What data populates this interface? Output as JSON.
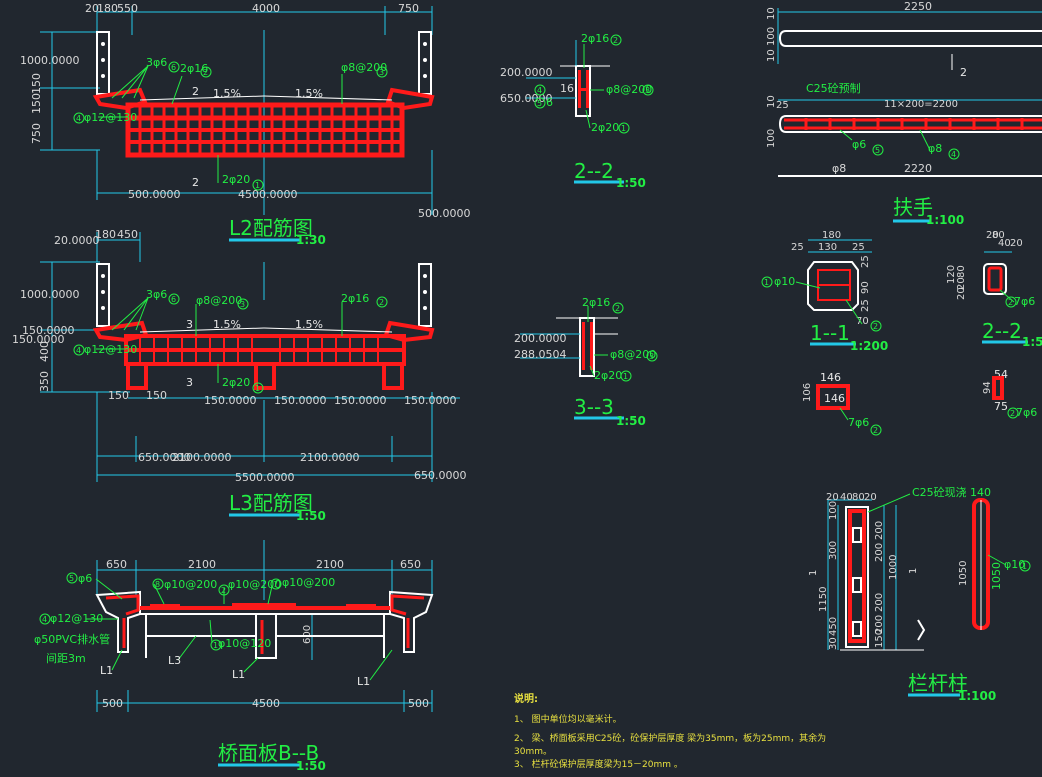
{
  "colors": {
    "background": "#21272f",
    "rebar": "#ff1a1a",
    "outline": "#ffffff",
    "dimension": "#22c8e8",
    "label": "#22ee44",
    "note": "#e8e040"
  },
  "l2": {
    "dims_top": [
      "20",
      "180",
      "550",
      "4000",
      "750"
    ],
    "dims_left": [
      "1000.0000",
      "150",
      "150",
      "750"
    ],
    "dims_bottom": [
      "500.0000",
      "4500.0000",
      "500.0000"
    ],
    "labels": {
      "bar1": "3φ6",
      "bar2": "2φ16",
      "bar3": "φ8@200",
      "bar4": "φ12@130",
      "bar5": "2φ20",
      "slope1": "1.5%",
      "slope2": "1.5%",
      "sec1": "2",
      "sec2": "2"
    },
    "bubbles": [
      "6",
      "2",
      "3",
      "4",
      "1"
    ],
    "title": "L2配筋图",
    "scale": "1:30"
  },
  "l3": {
    "dims_top": [
      "20.0000",
      "180",
      "450"
    ],
    "dims_left": [
      "1000.0000",
      "150.0000",
      "150.0000",
      "350",
      "400"
    ],
    "dims_mid": [
      "150",
      "150",
      "150.0000",
      "150.0000",
      "150.0000",
      "150.0000"
    ],
    "dims_span": [
      "650.0000",
      "2100.0000",
      "2100.0000",
      "5500.0000",
      "650.0000"
    ],
    "labels": {
      "bar1": "3φ6",
      "bar2": "φ8@200",
      "bar3": "2φ16",
      "bar4": "φ12@130",
      "bar5": "2φ20",
      "slope1": "1.5%",
      "slope2": "1.5%",
      "sec1": "3",
      "sec2": "3"
    },
    "bubbles": [
      "6",
      "3",
      "2",
      "4",
      "1"
    ],
    "title": "L3配筋图",
    "scale": "1:50"
  },
  "bb": {
    "dims_top": [
      "650",
      "2100",
      "2100",
      "650"
    ],
    "dims_bottom": [
      "500",
      "4500",
      "500"
    ],
    "side_dim": "600",
    "labels": {
      "l1": "φ6",
      "l2": "φ10@200",
      "l3": "φ10@200",
      "l4": "φ10@200",
      "l5": "φ12@130",
      "l6": "φ10@120",
      "pvc": "φ50PVC排水管",
      "spacing": "间距3m",
      "L1a": "L1",
      "L3": "L3",
      "L1b": "L1",
      "L1c": "L1"
    },
    "bubbles": [
      "5",
      "8",
      "2",
      "7",
      "4",
      "1"
    ],
    "title": "桥面板B--B",
    "scale": "1:50"
  },
  "s22": {
    "dims": [
      "200.0000",
      "650.0000",
      "16"
    ],
    "labels": {
      "a": "2φ16",
      "b": "φ8@200",
      "c": "2φ20",
      "d": "6"
    },
    "bubbles": [
      "2",
      "3",
      "1",
      "4",
      "5"
    ],
    "title": "2--2",
    "scale": "1:50"
  },
  "s33": {
    "dims": [
      "200.0000",
      "288.0504"
    ],
    "labels": {
      "a": "2φ16",
      "b": "φ8@200",
      "c": "2φ20"
    },
    "bubbles": [
      "2",
      "3",
      "1"
    ],
    "title": "3--3",
    "scale": "1:50"
  },
  "handrail": {
    "dims": [
      "2250",
      "10",
      "100",
      "10",
      "2",
      "25",
      "11×200=2200",
      "100",
      "10",
      "2220"
    ],
    "labels": {
      "c25": "C25砼预制",
      "a": "φ6",
      "b": "φ8",
      "c": "φ8"
    },
    "bubbles": [
      "5",
      "4"
    ],
    "title": "扶手",
    "scale": "1:100"
  },
  "sec11": {
    "dims": [
      "180",
      "25",
      "130",
      "25",
      "25",
      "90",
      "25",
      "70"
    ],
    "labels": {
      "a": "φ10",
      "b": "7φ6"
    },
    "bubbles": [
      "1",
      "2",
      "2"
    ],
    "title": "1--1",
    "scale": "1:200",
    "box": [
      "146",
      "106",
      "146"
    ]
  },
  "sec22b": {
    "dims": [
      "20",
      "40",
      "20",
      "80",
      "20",
      "80",
      "20",
      "120"
    ],
    "labels": {
      "a": "7φ6",
      "b": "7φ6"
    },
    "bubbles": [
      "2",
      "2"
    ],
    "title": "2--2",
    "scale": "1:50",
    "box": [
      "54",
      "94",
      "75"
    ]
  },
  "post": {
    "dims": [
      "20",
      "40",
      "80",
      "20",
      "100",
      "300",
      "200",
      "200",
      "1150",
      "1",
      "1000",
      "1",
      "450",
      "30",
      "200",
      "200",
      "150",
      "1050"
    ],
    "labels": {
      "c25": "C25砼现浇",
      "w": "140",
      "a": "φ10"
    },
    "bubbles": [
      "1"
    ],
    "title": "栏杆柱",
    "scale": "1:100"
  },
  "notes": {
    "heading": "说明:",
    "lines": [
      "1、 图中单位均以毫米计。",
      "2、 梁、桥面板采用C25砼，砼保护层厚度 梁为35mm，板为25mm，其余为",
      "30mm。",
      "3、 栏杆砼保护层厚度梁为15－20mm 。"
    ]
  }
}
